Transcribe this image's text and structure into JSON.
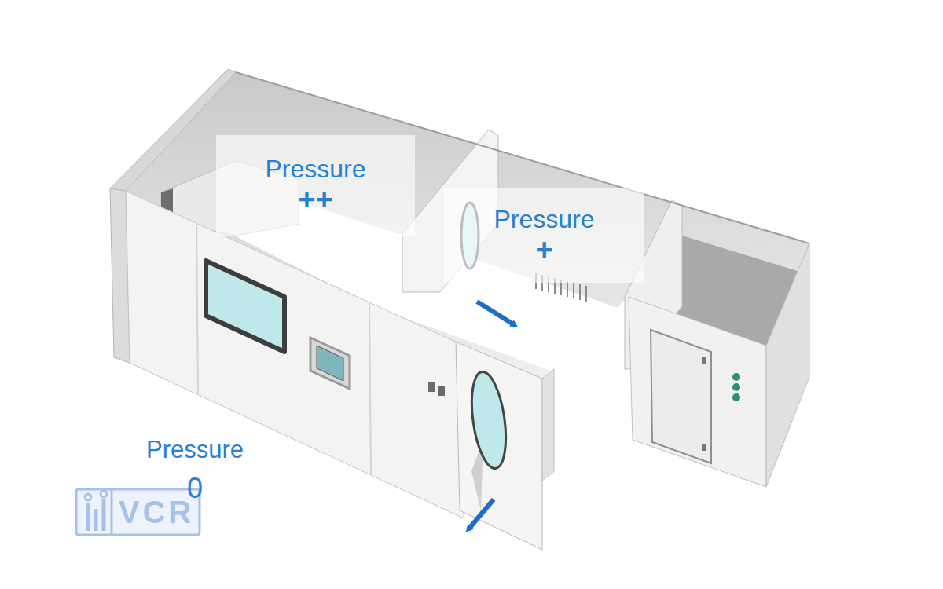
{
  "diagram": {
    "nodes": [
      {
        "text": [
          "Pressure",
          "++"
        ]
      },
      {
        "text": [
          "Pressure",
          "+"
        ]
      }
    ],
    "labels": [
      "Pressure",
      "0",
      "VCR"
    ]
  }
}
